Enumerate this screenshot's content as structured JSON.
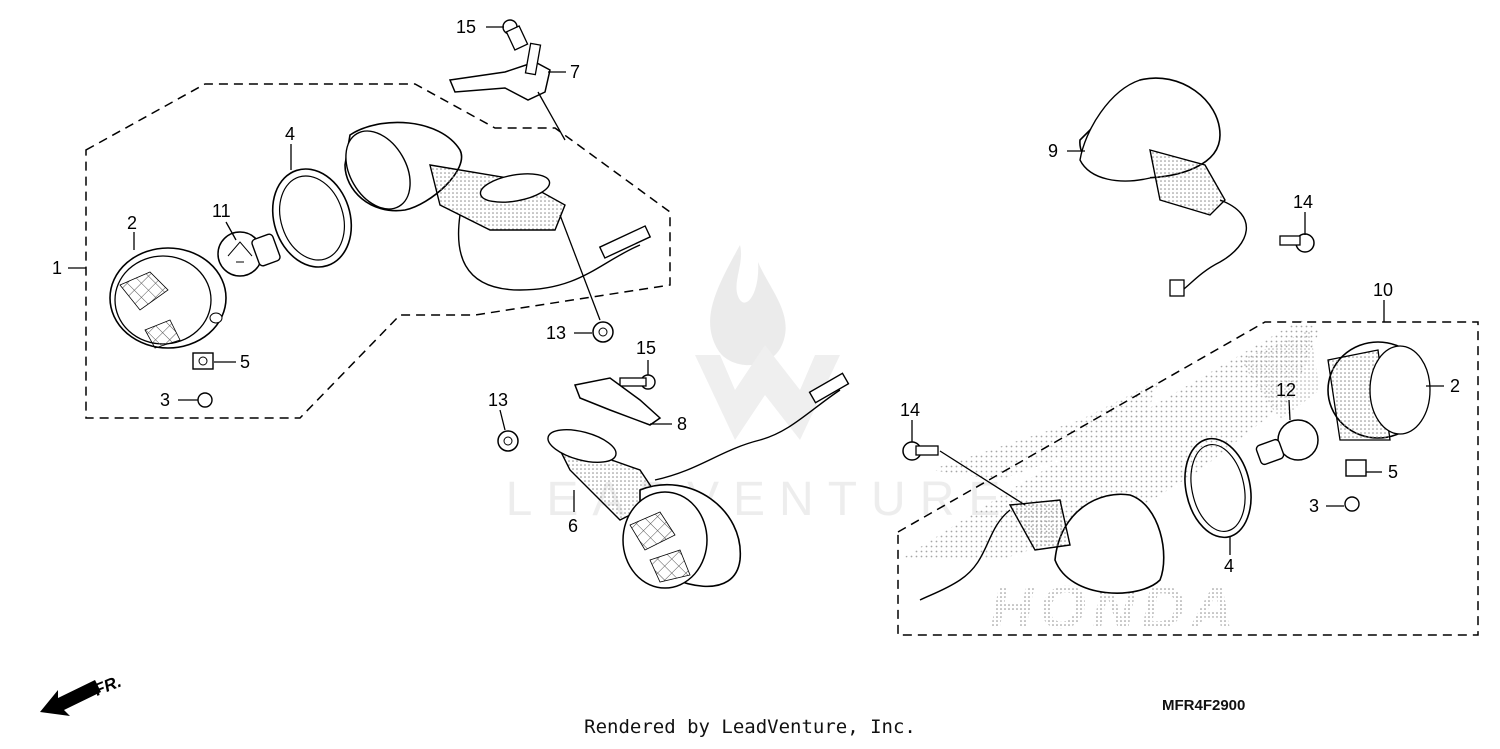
{
  "diagram": {
    "part_callouts": [
      {
        "id": "c1",
        "label": "1"
      },
      {
        "id": "c2a",
        "label": "2"
      },
      {
        "id": "c2b",
        "label": "2"
      },
      {
        "id": "c3a",
        "label": "3"
      },
      {
        "id": "c3b",
        "label": "3"
      },
      {
        "id": "c4a",
        "label": "4"
      },
      {
        "id": "c4b",
        "label": "4"
      },
      {
        "id": "c5a",
        "label": "5"
      },
      {
        "id": "c5b",
        "label": "5"
      },
      {
        "id": "c6",
        "label": "6"
      },
      {
        "id": "c7",
        "label": "7"
      },
      {
        "id": "c8",
        "label": "8"
      },
      {
        "id": "c9",
        "label": "9"
      },
      {
        "id": "c10",
        "label": "10"
      },
      {
        "id": "c11",
        "label": "11"
      },
      {
        "id": "c12",
        "label": "12"
      },
      {
        "id": "c13a",
        "label": "13"
      },
      {
        "id": "c13b",
        "label": "13"
      },
      {
        "id": "c14a",
        "label": "14"
      },
      {
        "id": "c14b",
        "label": "14"
      },
      {
        "id": "c15a",
        "label": "15"
      },
      {
        "id": "c15b",
        "label": "15"
      }
    ],
    "direction_label": "FR.",
    "diagram_code": "MFR4F2900",
    "footer_text": "Rendered by LeadVenture, Inc.",
    "watermark_text": "LEADVENTURE",
    "background_logo_text": "HONDA",
    "colors": {
      "line": "#000000",
      "watermark": "#d8d8d8",
      "stipple": "#9a9a9a"
    }
  }
}
